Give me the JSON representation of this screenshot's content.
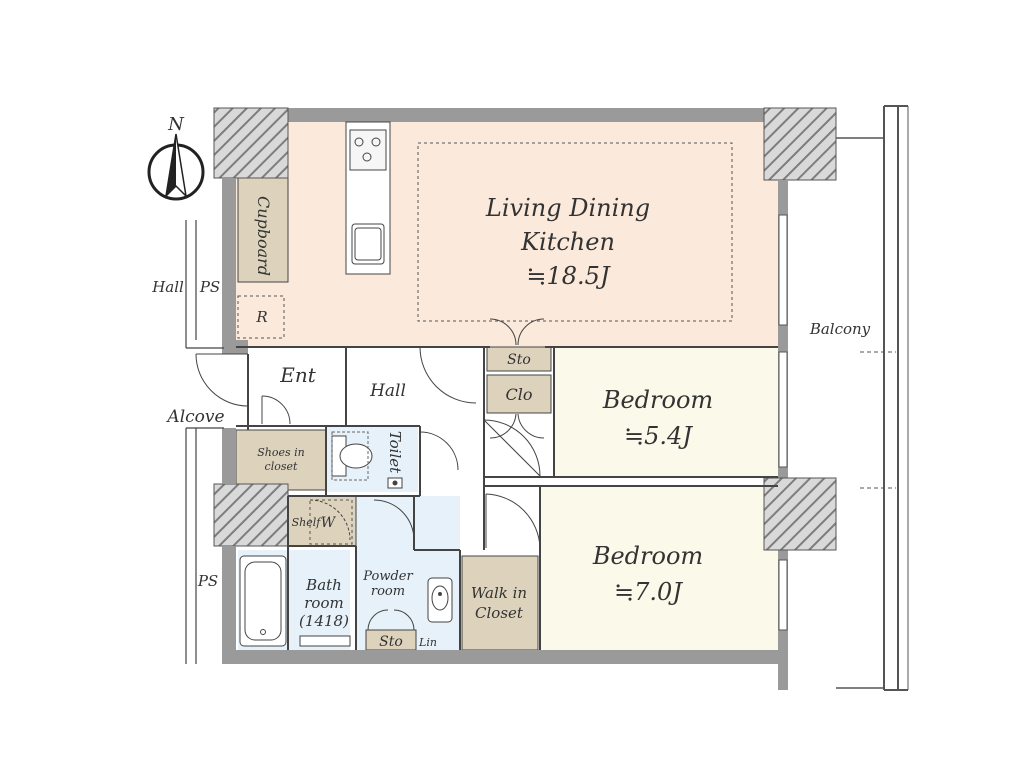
{
  "compass": {
    "north_label": "N"
  },
  "rooms": {
    "ldk_line1": "Living Dining",
    "ldk_line2": "Kitchen",
    "ldk_area": "≒18.5J",
    "bedroom1_name": "Bedroom",
    "bedroom1_area": "≒5.4J",
    "bedroom2_name": "Bedroom",
    "bedroom2_area": "≒7.0J",
    "cupboard": "Cupboard",
    "refrigerator": "R",
    "entrance": "Ent",
    "hall_inner": "Hall",
    "sto_upper": "Sto",
    "clo": "Clo",
    "shoes_line1": "Shoes in",
    "shoes_line2": "closet",
    "toilet": "Toilet",
    "shelf": "Shelf",
    "washer": "W",
    "bath_line1": "Bath",
    "bath_line2": "room",
    "bath_line3": "(1418)",
    "powder_line1": "Powder",
    "powder_line2": "room",
    "sto_lower": "Sto",
    "lin": "Lin",
    "wic_line1": "Walk in",
    "wic_line2": "Closet"
  },
  "outside": {
    "hall_outer": "Hall",
    "ps_upper": "PS",
    "alcove": "Alcove",
    "ps_lower": "PS",
    "balcony": "Balcony"
  },
  "colors": {
    "ldk_fill": "#fbeadb",
    "bedroom_fill": "#fbf9ea",
    "storage_fill": "#ddd3bd",
    "wet_fill": "#e6f1f9",
    "wall_fill": "#9a9a9a",
    "line": "#444444"
  }
}
